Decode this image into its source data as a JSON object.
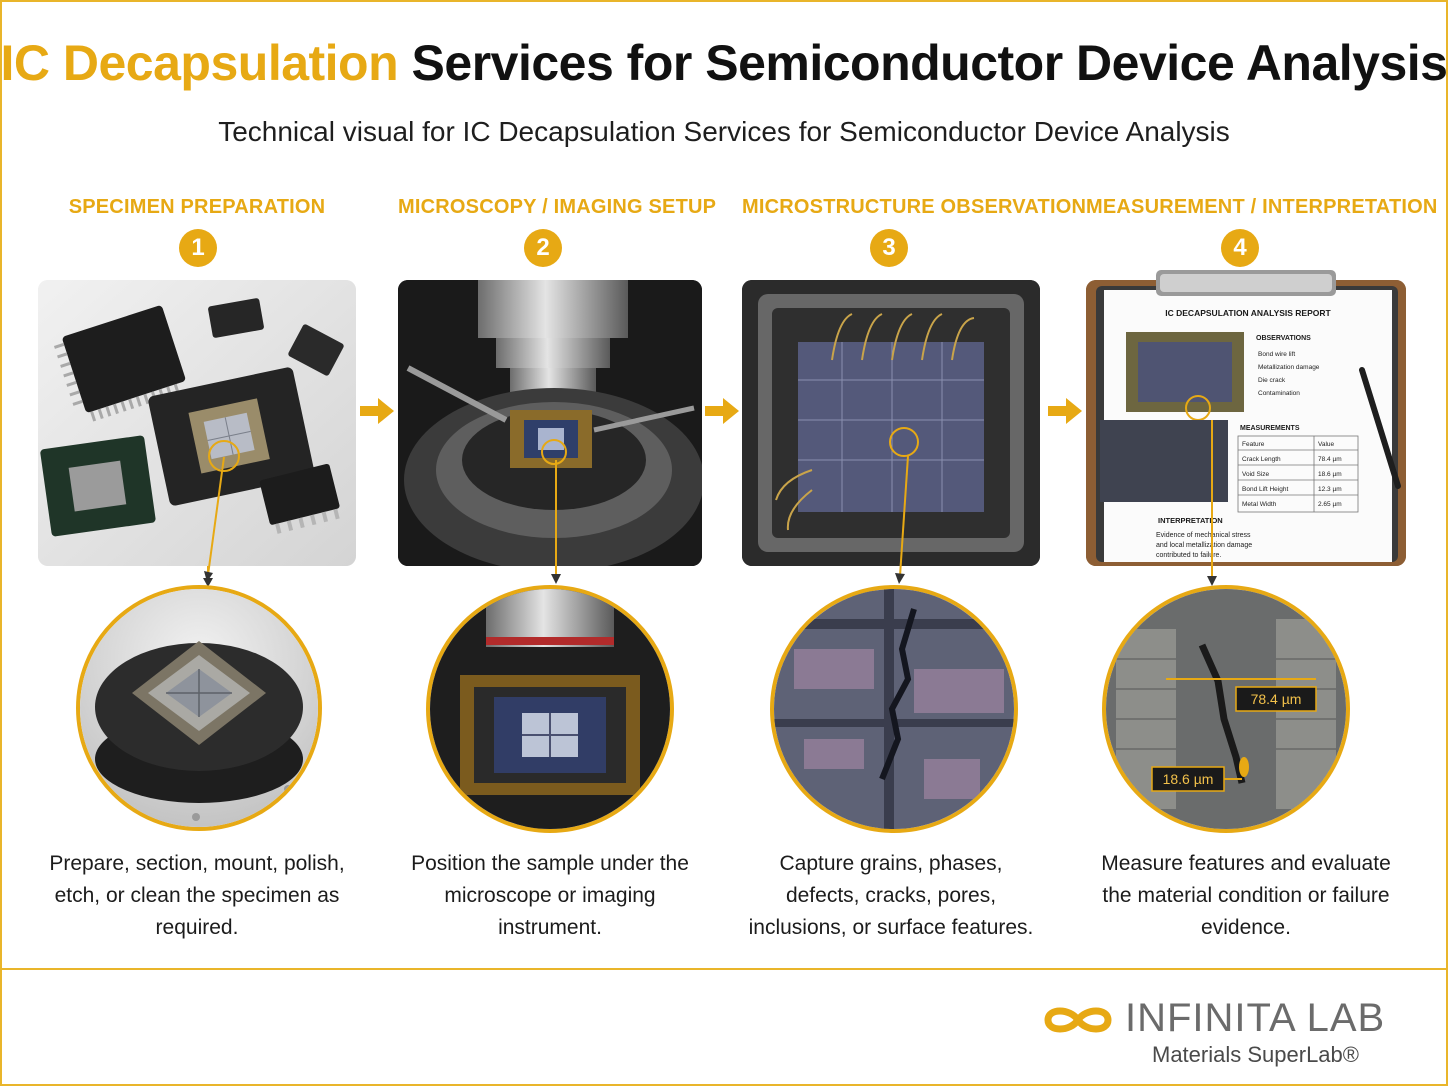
{
  "title": {
    "accent": "IC Decapsulation",
    "rest": "Services for Semiconductor Device Analysis"
  },
  "subtitle": "Technical visual for IC Decapsulation Services for Semiconductor Device Analysis",
  "steps": [
    {
      "number": "1",
      "label": "SPECIMEN PREPARATION",
      "caption": "Prepare, section, mount, polish, etch, or clean the specimen as required."
    },
    {
      "number": "2",
      "label": "MICROSCOPY / IMAGING SETUP",
      "caption": "Position the sample under the microscope or imaging instrument."
    },
    {
      "number": "3",
      "label": "MICROSTRUCTURE OBSERVATION",
      "caption": "Capture grains, phases, defects, cracks, pores, inclusions, or surface features."
    },
    {
      "number": "4",
      "label": "MEASUREMENT / INTERPRETATION",
      "caption": "Measure features and evaluate the material condition or failure evidence."
    }
  ],
  "report": {
    "title": "IC DECAPSULATION ANALYSIS REPORT",
    "observations_heading": "OBSERVATIONS",
    "observations": [
      "Bond wire lift",
      "Metallization damage",
      "Die crack",
      "Contamination"
    ],
    "measurements_heading": "MEASUREMENTS",
    "table_headers": [
      "Feature",
      "Value"
    ],
    "table_rows": [
      [
        "Crack Length",
        "78.4 µm"
      ],
      [
        "Void Size",
        "18.6 µm"
      ],
      [
        "Bond Lift Height",
        "12.3 µm"
      ],
      [
        "Metal Width",
        "2.65 µm"
      ]
    ],
    "interpretation_heading": "INTERPRETATION",
    "interpretation_lines": [
      "Evidence of mechanical stress",
      "and local metallization damage",
      "contributed to failure."
    ]
  },
  "measurement_labels": {
    "crack_length": "78.4 µm",
    "void_size": "18.6 µm"
  },
  "brand": {
    "name": "INFINITA LAB",
    "tagline": "Materials SuperLab®"
  },
  "colors": {
    "accent": "#e7a914",
    "text": "#111111"
  }
}
